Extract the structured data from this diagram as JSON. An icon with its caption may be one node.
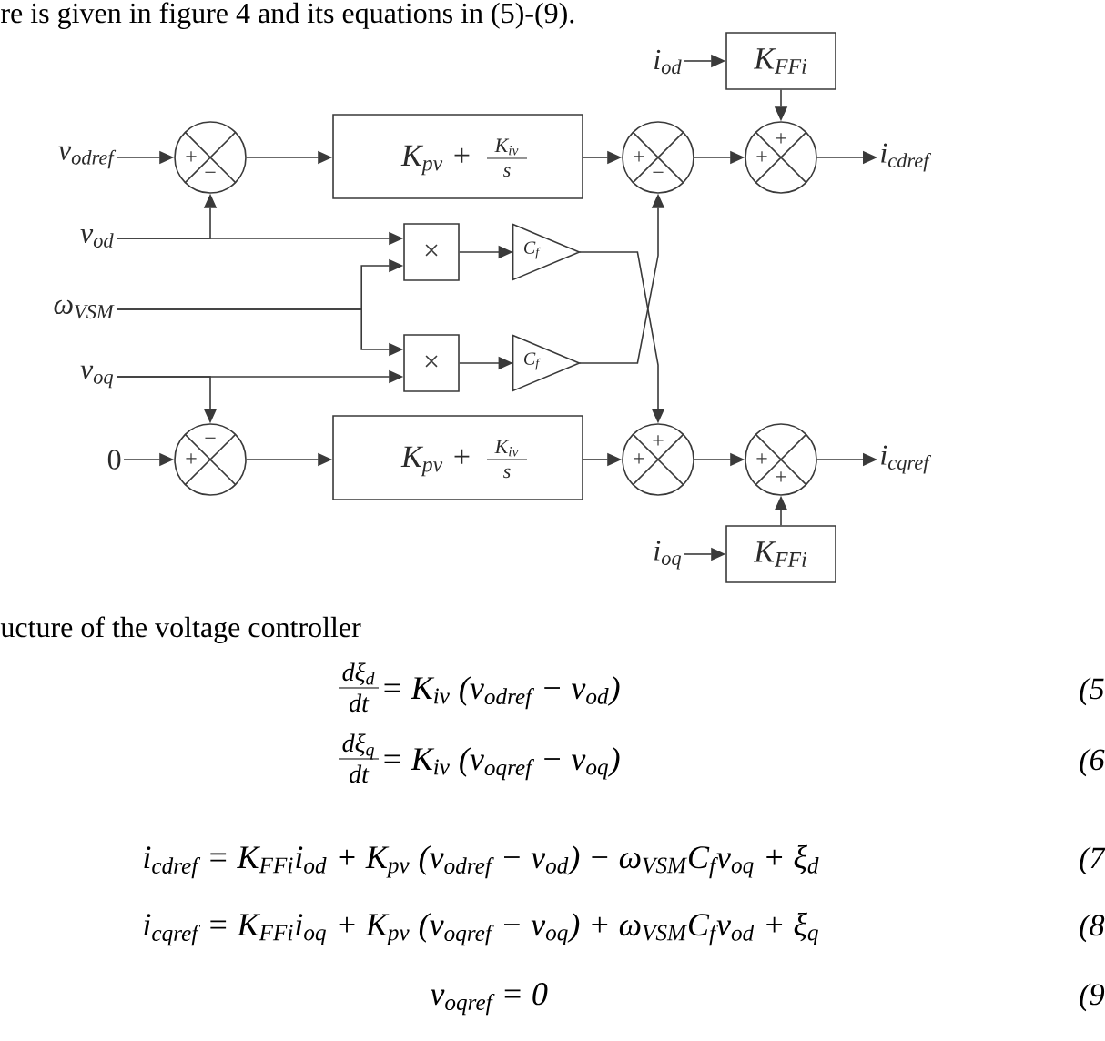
{
  "diagram": {
    "caption": "ucture of the voltage controller",
    "nodes": [
      {
        "text": [
          "i$_{od}$"
        ]
      },
      {
        "text": [
          "K$_{FFi}$"
        ]
      },
      {
        "text": [
          "v$_{odref}$"
        ]
      },
      {
        "text": [
          "+",
          "−"
        ]
      },
      {
        "text": [
          "K$_{pv}$ +",
          "K$_{iv}$",
          "s"
        ]
      },
      {
        "text": [
          "+",
          "−"
        ]
      },
      {
        "text": [
          "+",
          "+"
        ]
      },
      {
        "text": [
          "i$_{cdref}$"
        ]
      },
      {
        "text": [
          "v$_{od}$"
        ]
      },
      {
        "text": [
          "×"
        ]
      },
      {
        "text": [
          "C$_{f}$"
        ]
      },
      {
        "text": [
          "ω$_{VSM}$"
        ]
      },
      {
        "text": [
          "v$_{oq}$"
        ]
      },
      {
        "text": [
          "×"
        ]
      },
      {
        "text": [
          "C$_{f}$"
        ]
      },
      {
        "text": [
          "0"
        ]
      },
      {
        "text": [
          "−",
          "+"
        ]
      },
      {
        "text": [
          "K$_{pv}$ +",
          "K$_{iv}$",
          "s"
        ]
      },
      {
        "text": [
          "+",
          "+"
        ]
      },
      {
        "text": [
          "+",
          "+"
        ]
      },
      {
        "text": [
          "i$_{cqref}$"
        ]
      },
      {
        "text": [
          "i$_{oq}$"
        ]
      },
      {
        "text": [
          "K$_{FFi}$"
        ]
      }
    ],
    "edges": [
      {
        "from": 2,
        "to": 3,
        "arrow": "to"
      },
      {
        "from": 3,
        "to": 4,
        "arrow": "to"
      },
      {
        "from": 4,
        "to": 5,
        "arrow": "to"
      },
      {
        "from": 5,
        "to": 6,
        "arrow": "to"
      },
      {
        "from": 0,
        "to": 1,
        "arrow": "to"
      },
      {
        "from": 1,
        "to": 6,
        "arrow": "to"
      },
      {
        "from": 6,
        "to": 7,
        "arrow": "to"
      },
      {
        "from": 8,
        "to": 3,
        "arrow": "to"
      },
      {
        "from": 8,
        "to": 9,
        "arrow": "to"
      },
      {
        "from": 11,
        "to": 9,
        "arrow": "to"
      },
      {
        "from": 11,
        "to": 13,
        "arrow": "to"
      },
      {
        "from": 9,
        "to": 10,
        "arrow": "to"
      },
      {
        "from": 13,
        "to": 14,
        "arrow": "to"
      },
      {
        "from": 10,
        "to": 18,
        "arrow": "to"
      },
      {
        "from": 14,
        "to": 5,
        "arrow": "to"
      },
      {
        "from": 12,
        "to": 13,
        "arrow": "to"
      },
      {
        "from": 12,
        "to": 16,
        "arrow": "to"
      },
      {
        "from": 15,
        "to": 16,
        "arrow": "to"
      },
      {
        "from": 16,
        "to": 17,
        "arrow": "to"
      },
      {
        "from": 17,
        "to": 18,
        "arrow": "to"
      },
      {
        "from": 18,
        "to": 19,
        "arrow": "to"
      },
      {
        "from": 19,
        "to": 20,
        "arrow": "to"
      },
      {
        "from": 21,
        "to": 22,
        "arrow": "to"
      },
      {
        "from": 22,
        "to": 19,
        "arrow": "to"
      }
    ],
    "labels": [
      "re is given in figure 4 and its equations in (5)-(9).",
      "dξ$_{d}$",
      "dt",
      "= K$_{iv}$ (v$_{odref}$ − v$_{od}$)",
      "(5",
      "dξ$_{q}$",
      "dt",
      "= K$_{iv}$ (v$_{oqref}$ − v$_{oq}$)",
      "(6",
      "i$_{cdref}$ = K$_{FFi}$i$_{od}$ + K$_{pv}$ (v$_{odref}$ − v$_{od}$) − ω$_{VSM}$C$_{f}$v$_{oq}$ + ξ$_{d}$",
      "(7",
      "i$_{cqref}$ = K$_{FFi}$i$_{oq}$ + K$_{pv}$ (v$_{oqref}$ − v$_{oq}$) + ω$_{VSM}$C$_{f}$v$_{od}$ + ξ$_{q}$",
      "(8",
      "v$_{oqref}$ = 0",
      "(9"
    ]
  }
}
